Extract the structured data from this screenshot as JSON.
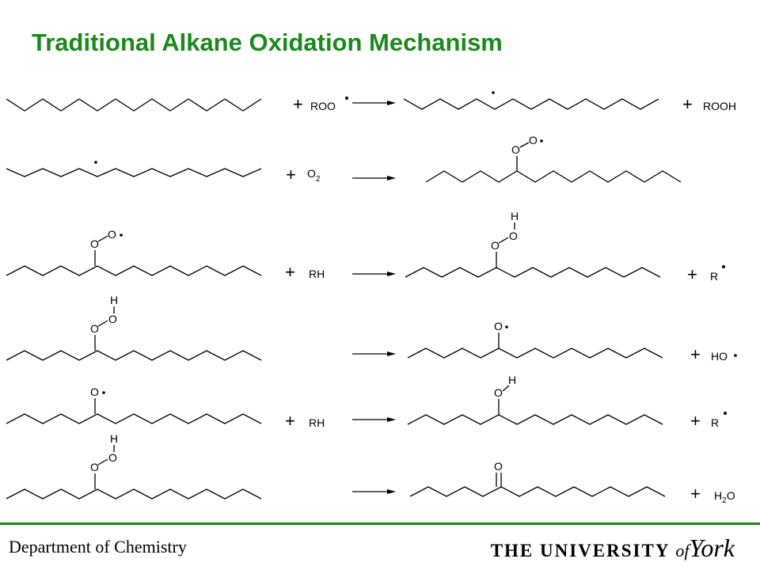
{
  "slide": {
    "title": "Traditional Alkane Oxidation Mechanism",
    "footer_department": "Department of Chemistry",
    "logo": {
      "the": "THE",
      "university": "UNIVERSITY",
      "of": "of",
      "york": "York"
    }
  },
  "reactions": [
    {
      "reagent": "ROO",
      "product_species": "ROOH"
    },
    {
      "reagent": "O",
      "reagent_sub": "2",
      "product_species": ""
    },
    {
      "reagent": "RH",
      "product_species": "R"
    },
    {
      "reagent": "",
      "product_species": "HO"
    },
    {
      "reagent": "RH",
      "product_species": "R"
    },
    {
      "reagent": "",
      "product_species": "H",
      "product_species_sub": "2",
      "product_species_tail": "O"
    }
  ],
  "atoms": {
    "o": "O",
    "h": "H"
  },
  "colors": {
    "title": "#1a8a1a",
    "rule": "#1a8a1a",
    "ink": "#000000"
  }
}
